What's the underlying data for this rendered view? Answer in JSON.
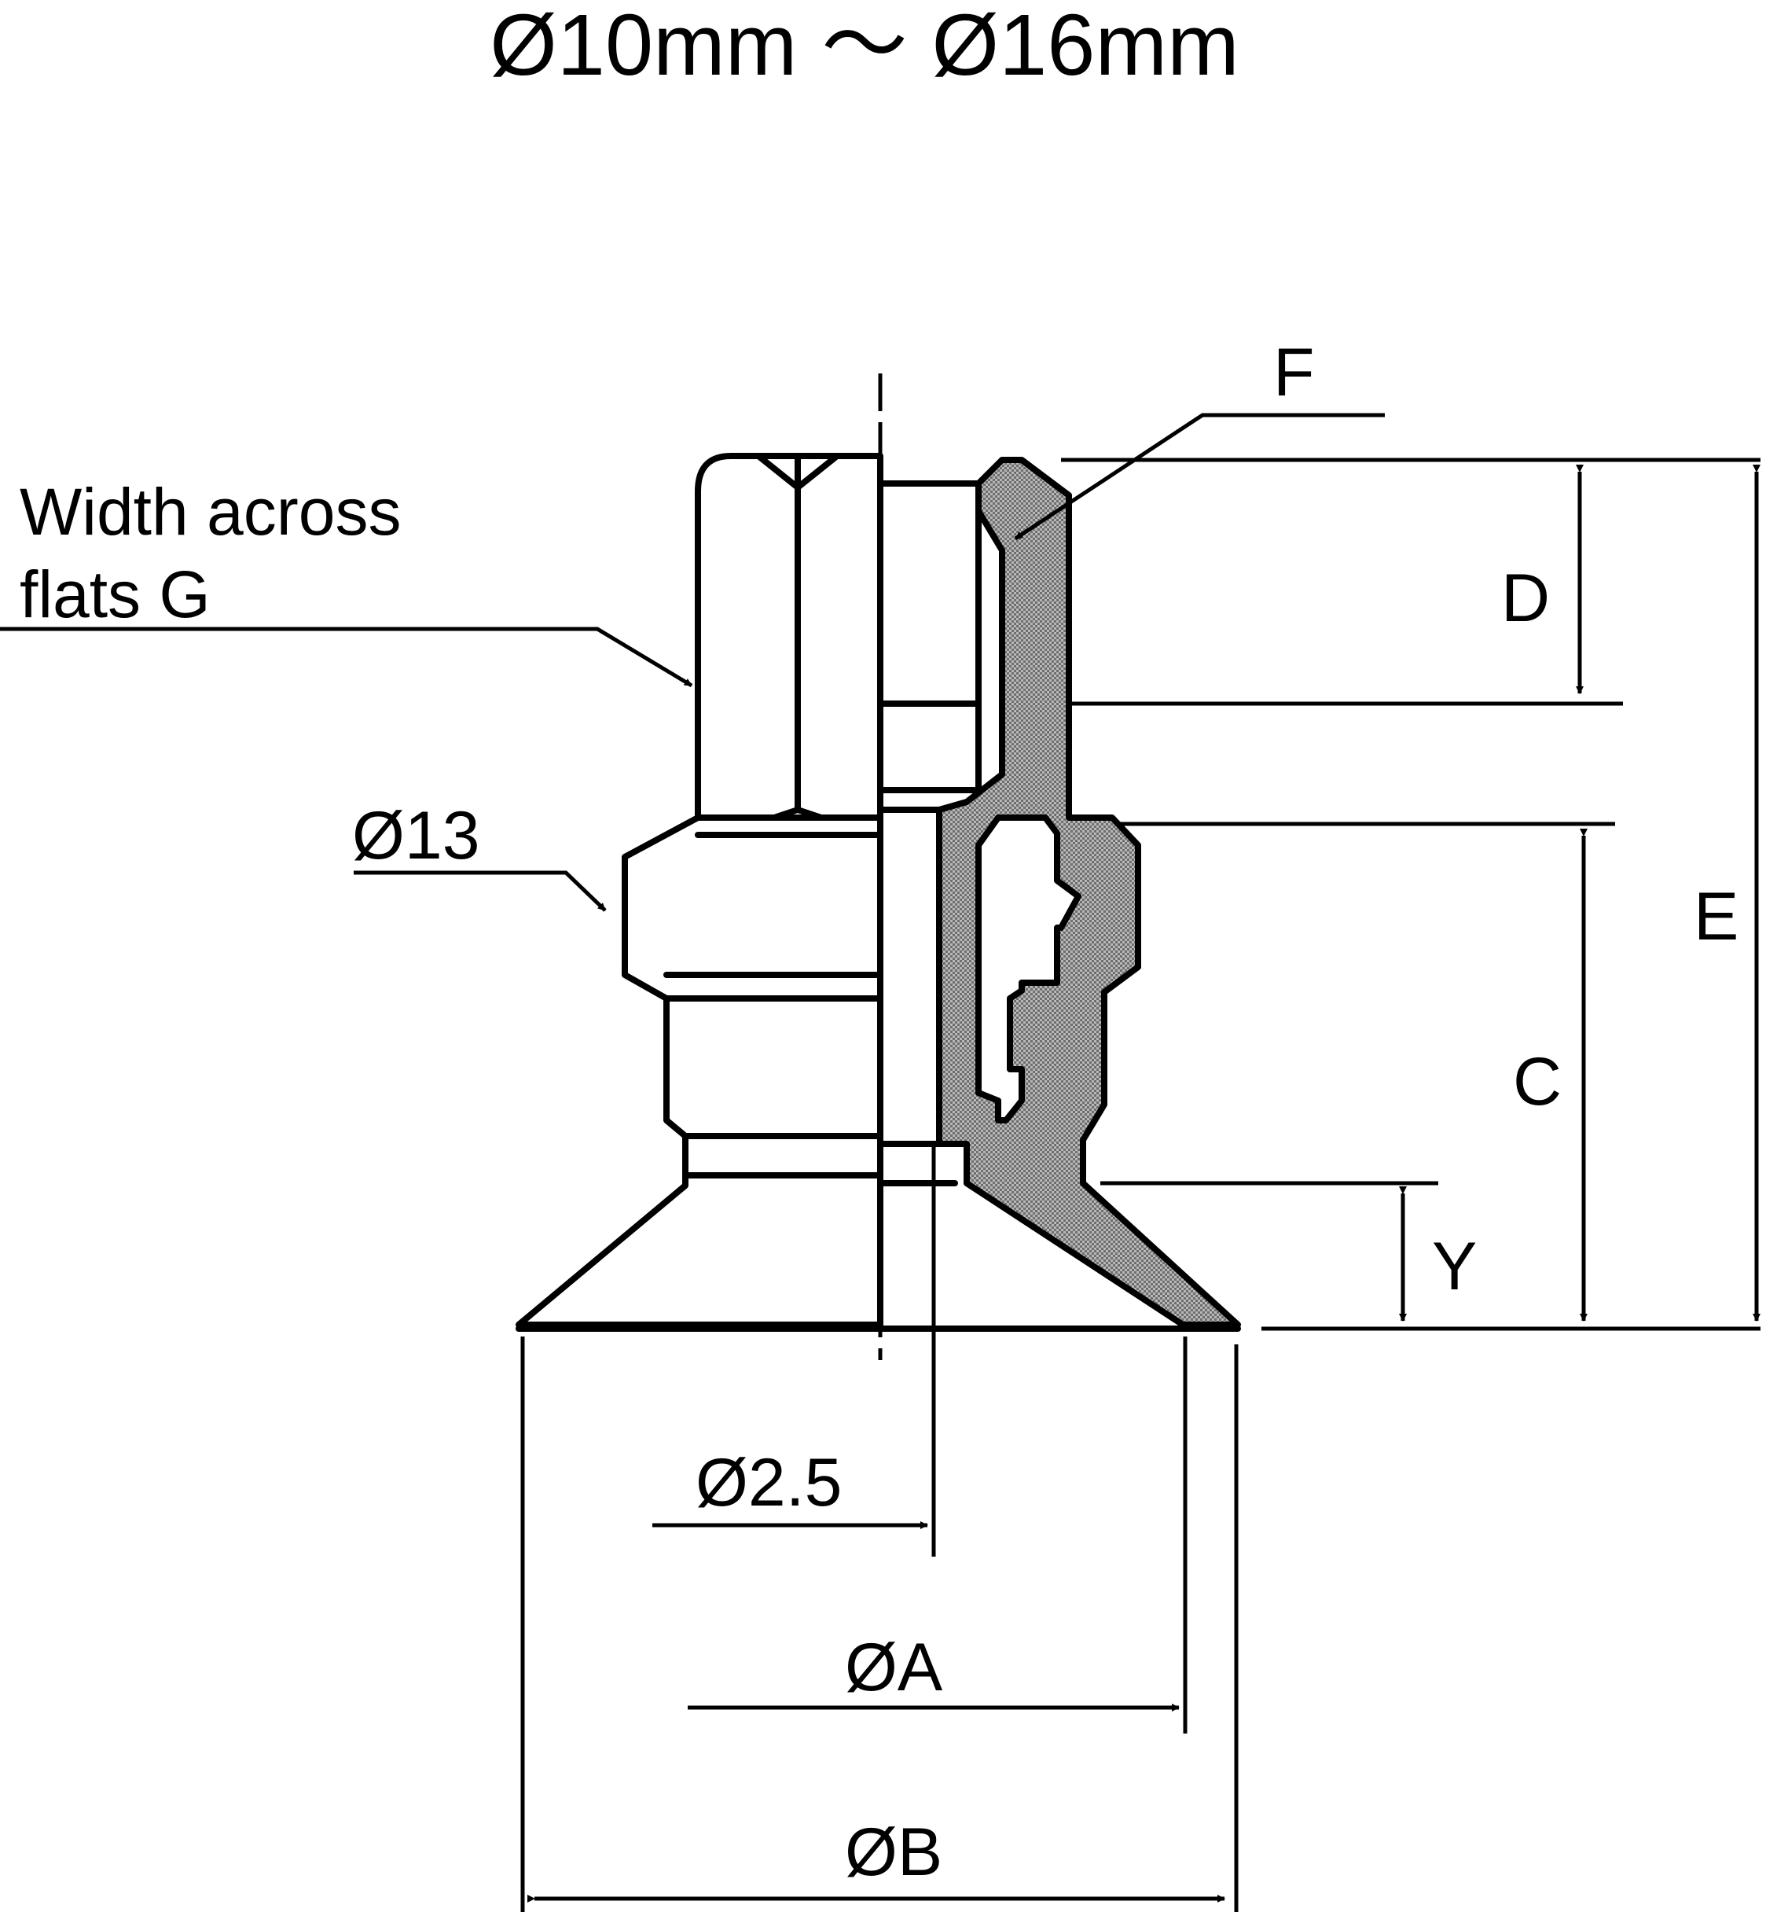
{
  "title": "Ø10mm ～ Ø16mm",
  "labels": {
    "width_across_flats_line1": "Width across",
    "width_across_flats_line2": "flats G",
    "hex_diameter": "Ø13",
    "pad_material": "F",
    "dim_d": "D",
    "dim_e": "E",
    "dim_c": "C",
    "dim_y": "Y",
    "bore_diameter": "Ø2.5",
    "dim_a": "ØA",
    "dim_b": "ØB"
  },
  "colors": {
    "ink": "#000000",
    "hatch": "#8c8c8c",
    "background": "#ffffff"
  }
}
